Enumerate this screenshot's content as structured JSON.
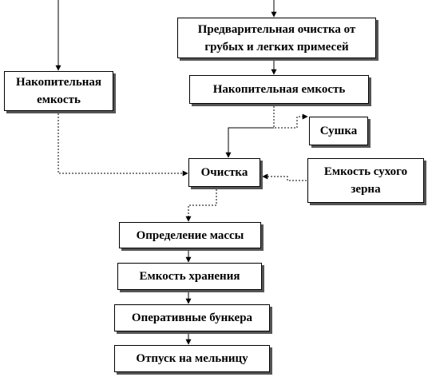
{
  "diagram": {
    "nodes": [
      {
        "id": "preclean",
        "label": "Предварительная очистка от грубых и легких примесей"
      },
      {
        "id": "buffer_left",
        "label": "Накопительная емкость"
      },
      {
        "id": "buffer_top",
        "label": "Накопительная емкость"
      },
      {
        "id": "drying",
        "label": "Сушка"
      },
      {
        "id": "cleaning",
        "label": "Очистка"
      },
      {
        "id": "dry_tank",
        "label": "Емкость сухого зерна"
      },
      {
        "id": "weighing",
        "label": "Определение массы"
      },
      {
        "id": "storage",
        "label": "Емкость хранения"
      },
      {
        "id": "bunkers",
        "label": "Оперативные бункера"
      },
      {
        "id": "shipping",
        "label": "Отпуск на мельницу"
      }
    ],
    "edges": [
      {
        "from": "",
        "to": "preclean",
        "style": "solid"
      },
      {
        "from": "",
        "to": "buffer_left",
        "style": "solid"
      },
      {
        "from": "preclean",
        "to": "buffer_top",
        "style": "solid"
      },
      {
        "from": "buffer_top",
        "to": "drying",
        "style": "dotted"
      },
      {
        "from": "buffer_top",
        "to": "cleaning",
        "style": "solid"
      },
      {
        "from": "buffer_left",
        "to": "cleaning",
        "style": "dotted"
      },
      {
        "from": "dry_tank",
        "to": "cleaning",
        "style": "dotted"
      },
      {
        "from": "cleaning",
        "to": "weighing",
        "style": "dotted"
      },
      {
        "from": "weighing",
        "to": "storage",
        "style": "solid"
      },
      {
        "from": "storage",
        "to": "bunkers",
        "style": "solid"
      },
      {
        "from": "bunkers",
        "to": "shipping",
        "style": "solid"
      }
    ]
  }
}
